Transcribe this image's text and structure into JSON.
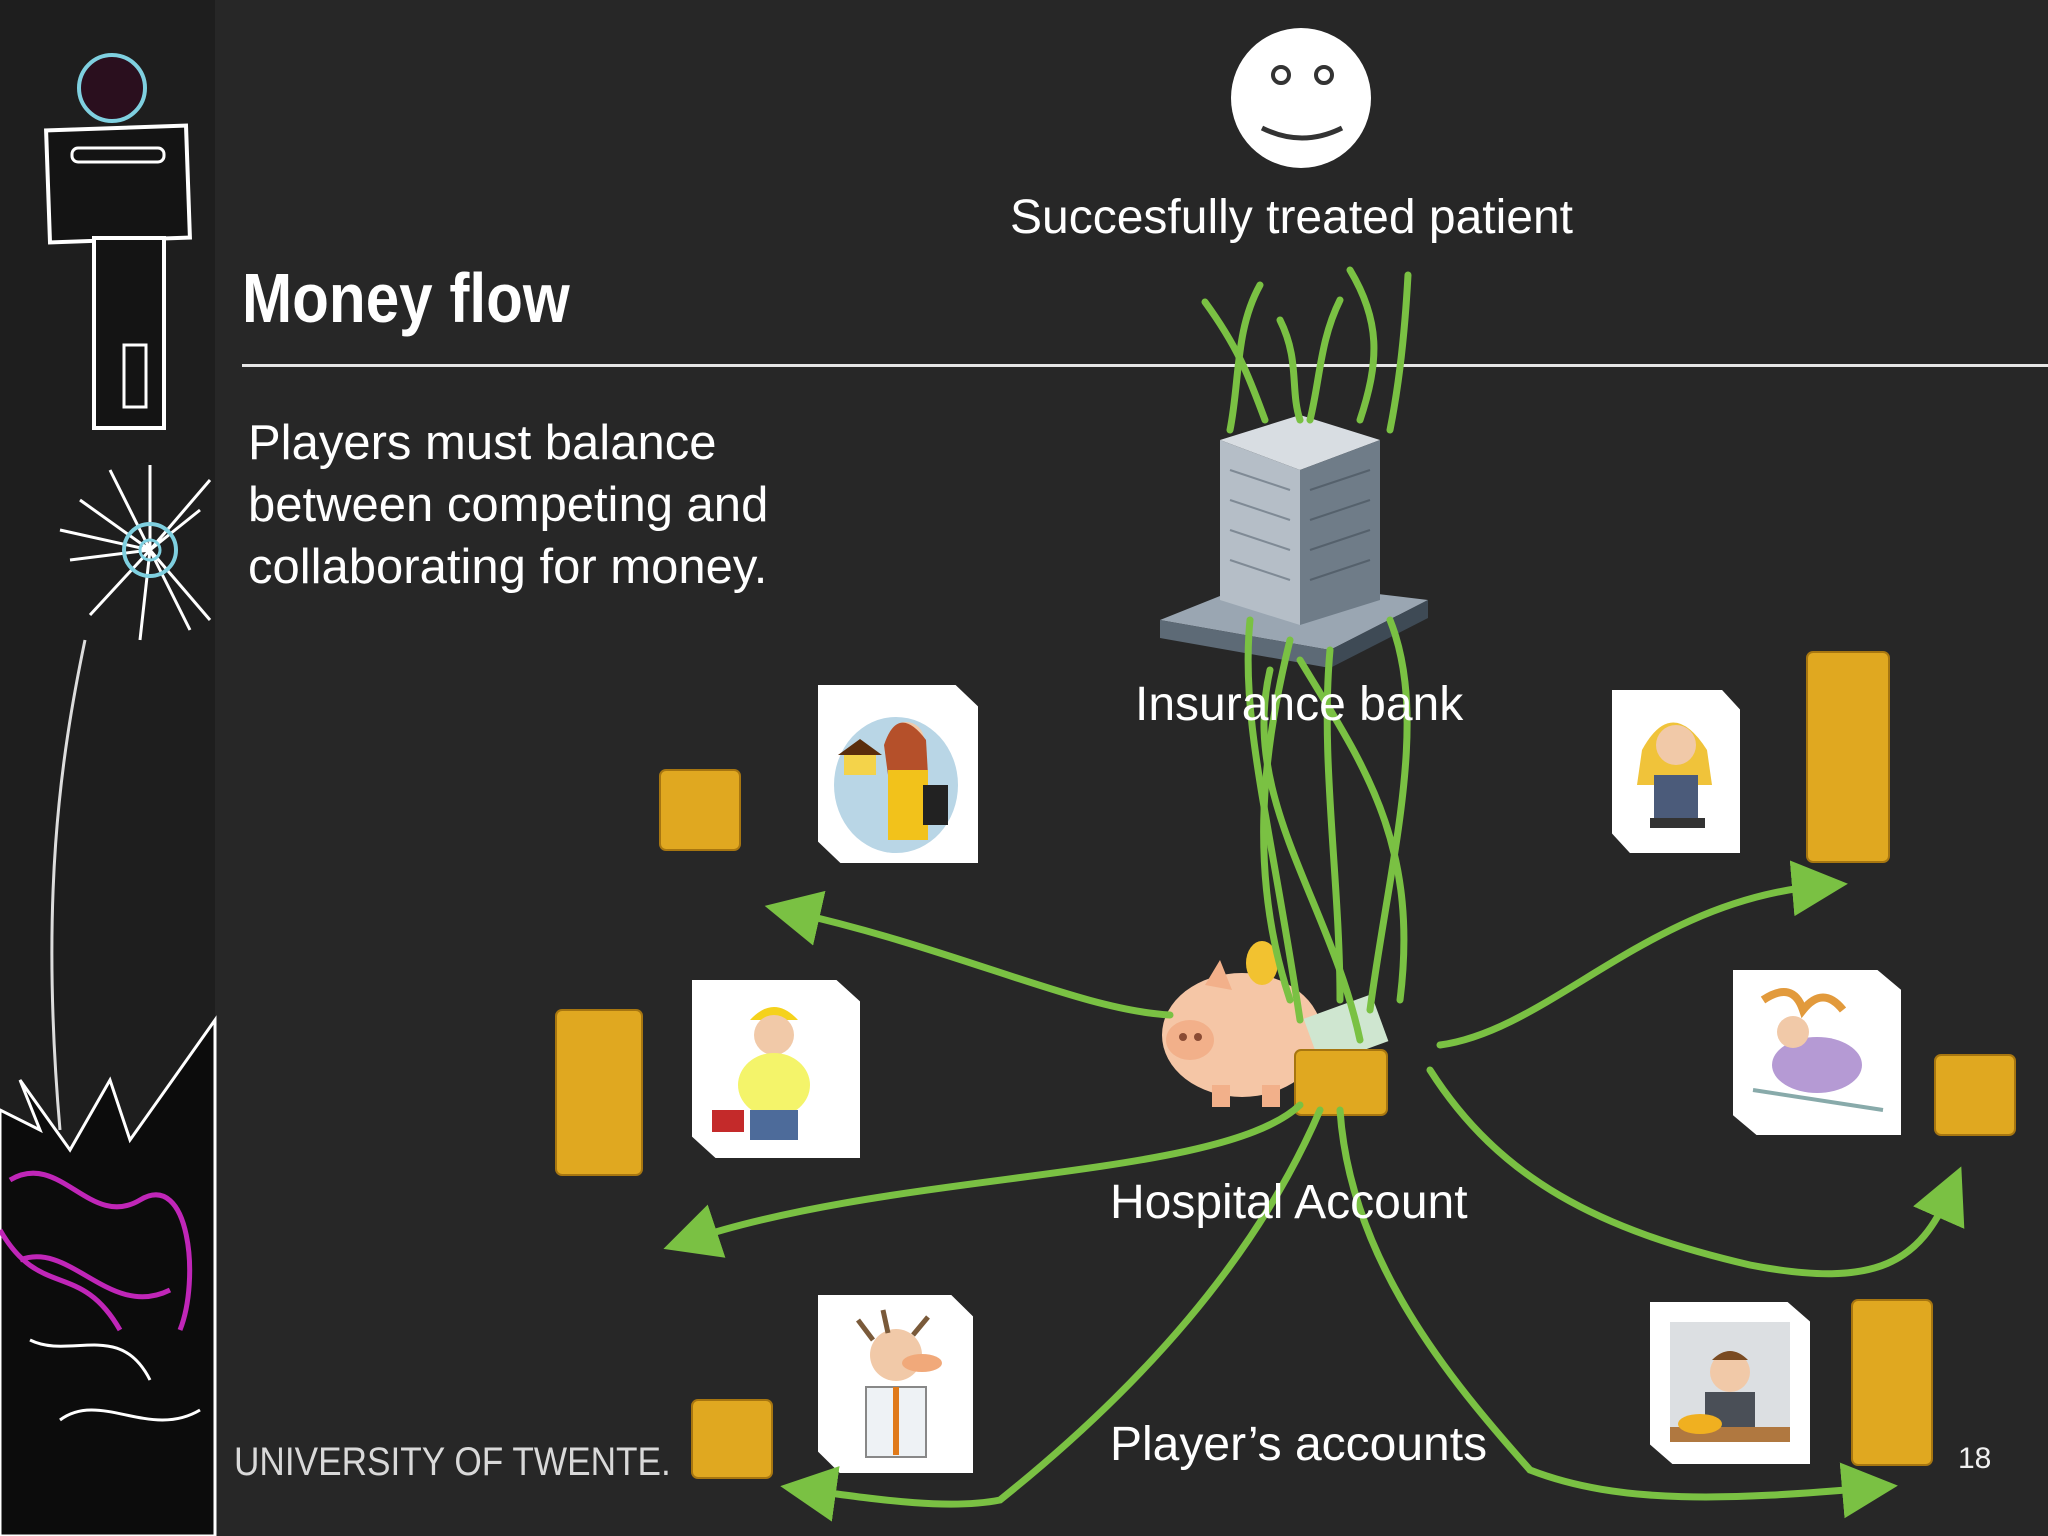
{
  "slide": {
    "title": "Money flow",
    "subtitle": "Players must balance between competing and collaborating for money.",
    "page_number": "18"
  },
  "diagram": {
    "patient_label": "Succesfully treated patient",
    "bank_label": "Insurance bank",
    "hospital_label": "Hospital Account",
    "players_label": "Player’s accounts"
  },
  "footer": {
    "university": "UNIVERSITY OF TWENTE."
  },
  "colors": {
    "background": "#272727",
    "flow_green": "#7ac143",
    "text": "#ffffff",
    "coin_gold": "#e0a820"
  },
  "icons": {
    "patient": "smiley-face-icon",
    "bank": "office-building-icon",
    "hospital": "piggy-bank-icon",
    "players": [
      "realtor-woman-icon",
      "receptionist-woman-icon",
      "builder-man-icon",
      "frantic-woman-icon",
      "scientist-man-icon",
      "tired-office-man-icon"
    ]
  }
}
